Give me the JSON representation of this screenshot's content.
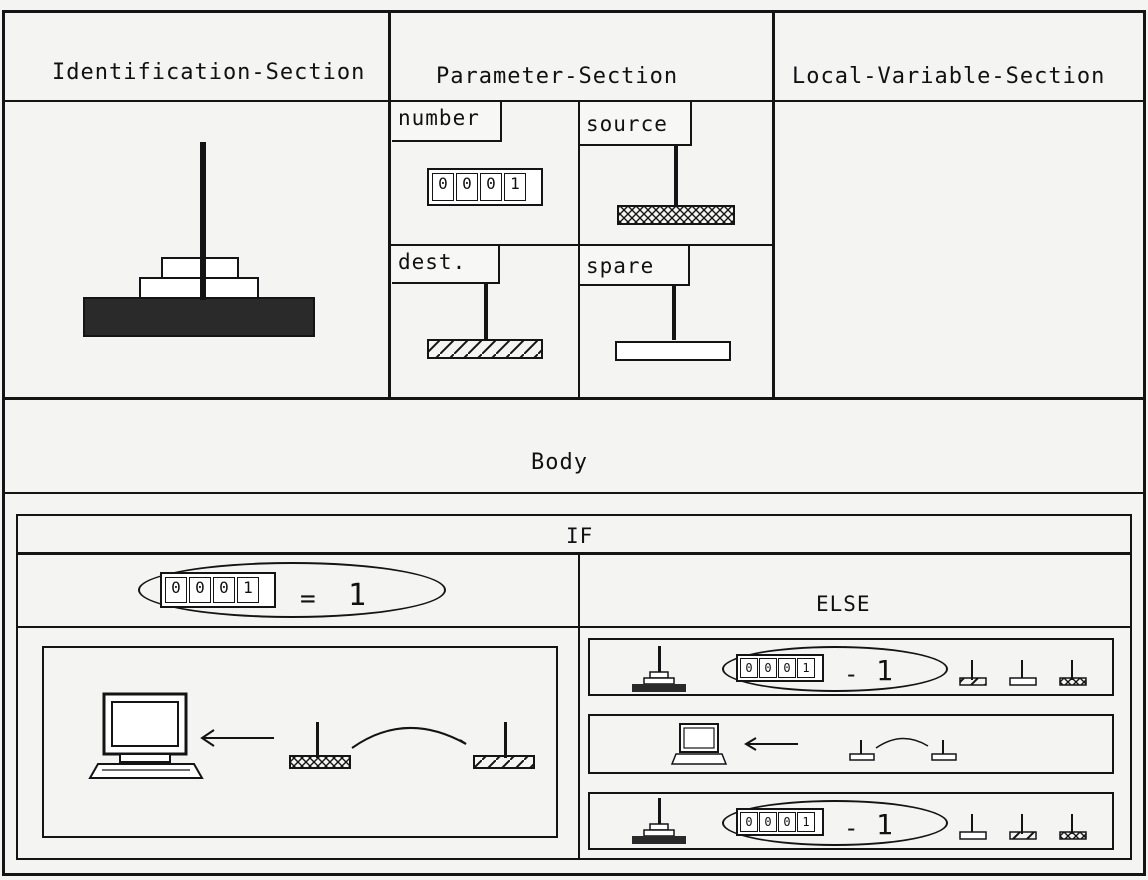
{
  "sections": {
    "identification": "Identification-Section",
    "parameter": "Parameter-Section",
    "local_variable": "Local-Variable-Section"
  },
  "parameters": {
    "number": "number",
    "source": "source",
    "dest": "dest.",
    "spare": "spare",
    "number_value": [
      "0",
      "0",
      "0",
      "1"
    ]
  },
  "body": {
    "title": "Body",
    "if_label": "IF",
    "else_label": "ELSE",
    "condition": {
      "operator": "=",
      "value": "1"
    },
    "else_rows": [
      {
        "operator": "-",
        "value": "1"
      },
      {
        "operator": "-",
        "value": "1"
      }
    ]
  }
}
